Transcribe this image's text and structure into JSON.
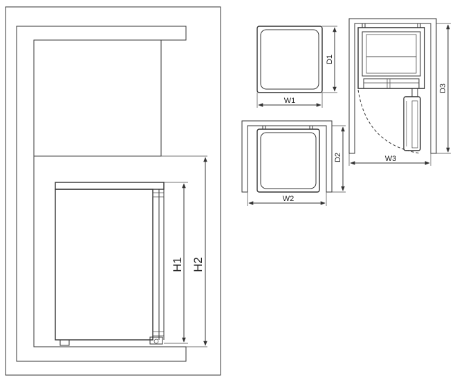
{
  "labels": {
    "h1": "H1",
    "h2": "H2",
    "w1": "W1",
    "d1": "D1",
    "w2": "W2",
    "d2": "D2",
    "w3": "W3",
    "d3": "D3"
  },
  "colors": {
    "line": "#333333",
    "hatch": "#555555",
    "background": "#ffffff"
  }
}
